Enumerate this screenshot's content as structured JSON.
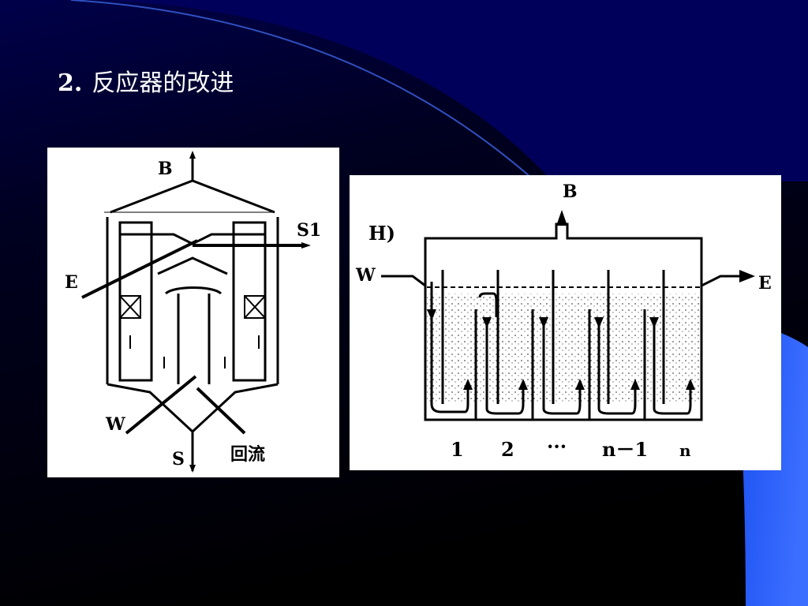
{
  "slide": {
    "title_number": "2.",
    "title_text": "反应器的改进",
    "colors": {
      "background": "#000000",
      "gradient_top": "#000050",
      "accent_blue": "#2a5cff",
      "figure_bg": "#ffffff",
      "ink": "#000000"
    }
  },
  "figure_left": {
    "labels": {
      "top": "B",
      "right": "S1",
      "left": "E",
      "bottom_left": "W",
      "bottom": "S",
      "bottom_right": "回流"
    }
  },
  "figure_right": {
    "labels": {
      "tag": "H)",
      "top": "B",
      "inlet": "W",
      "outlet": "E"
    },
    "compartment_labels": [
      "1",
      "2",
      "···",
      "n－1",
      "n"
    ]
  }
}
